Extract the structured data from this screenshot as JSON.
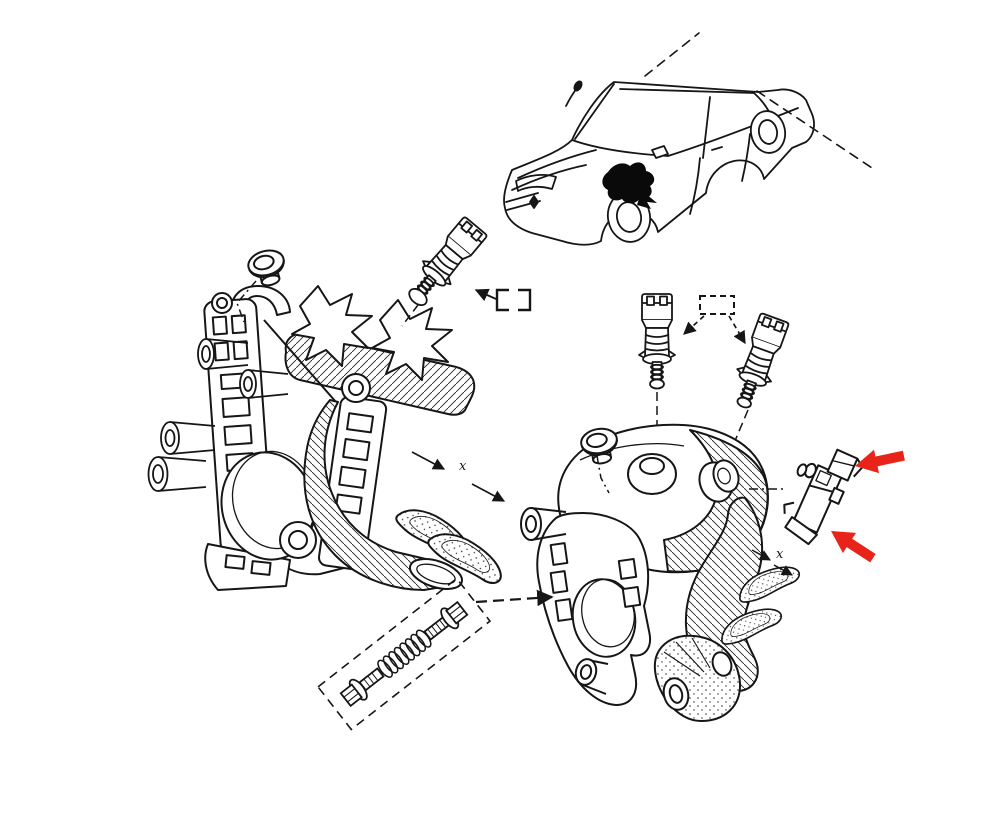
{
  "page": {
    "background_color": "#ffffff"
  },
  "diagram": {
    "type": "exploded-parts-line-drawing",
    "line_color": "#161616",
    "highlight_arrow_color": "#e8231a",
    "labels": {
      "dimension_left": "x",
      "dimension_right": "x"
    },
    "elements": [
      "car-location-illustration",
      "location-marker-blob",
      "left-pedal-bracket-assembly",
      "right-pedal-bracket-assembly",
      "pedal-switch-sensor-1",
      "pedal-switch-sensor-2",
      "pedal-switch-sensor-3",
      "connector-bracket-symbol",
      "connector-dashed-box-symbol",
      "rubber-grommet-1",
      "rubber-grommet-2",
      "pedal-pad-outlines-left",
      "pedal-pad-outlines-right",
      "mounting-bolts-and-spring-box",
      "floor-cone-grommet",
      "highlighted-switch-part",
      "red-arrow-upper",
      "red-arrow-lower"
    ]
  }
}
